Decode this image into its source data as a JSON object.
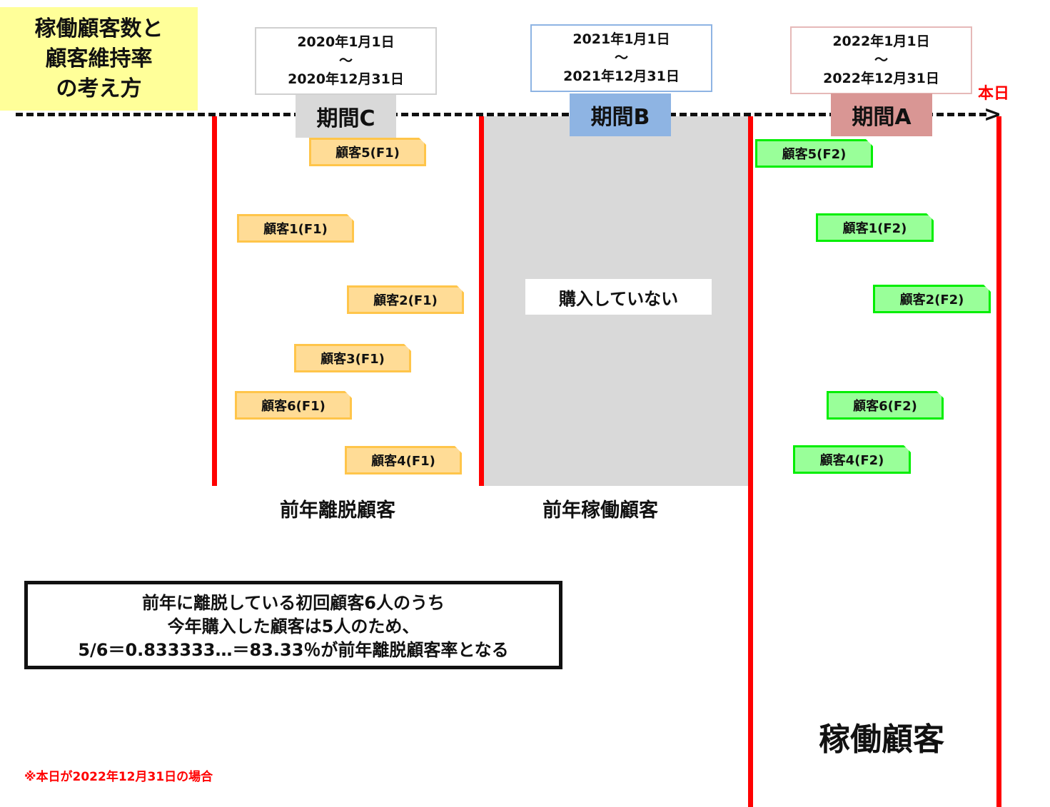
{
  "title": "稼働顧客数と\n顧客維持率\nの考え方",
  "today_label": "本日",
  "periods": [
    {
      "name": "期間C",
      "date_range": "2020年1月1日\n～\n2020年12月31日",
      "color": "#d9d9d9",
      "border": "#d0d0d0"
    },
    {
      "name": "期間B",
      "date_range": "2021年1月1日\n～\n2021年12月31日",
      "color": "#8eb4e3",
      "border": "#8eb4e3"
    },
    {
      "name": "期間A",
      "date_range": "2022年1月1日\n～\n2022年12月31日",
      "color": "#d99694",
      "border": "#e6b9b8"
    }
  ],
  "period_c_customers": [
    "顧客5(F1)",
    "顧客1(F1)",
    "顧客2(F1)",
    "顧客3(F1)",
    "顧客6(F1)",
    "顧客4(F1)"
  ],
  "period_a_customers": [
    "顧客5(F2)",
    "顧客1(F2)",
    "顧客2(F2)",
    "顧客6(F2)",
    "顧客4(F2)"
  ],
  "no_purchase_label": "購入していない",
  "segment_labels": {
    "prev_churned": "前年離脱顧客",
    "prev_active": "前年稼働顧客",
    "active": "稼働顧客"
  },
  "note": {
    "line1": "前年に離脱している初回顧客6人のうち",
    "line2": "今年購入した顧客は5人のため、",
    "line3": "5/6＝0.833333…＝83.33％が前年離脱顧客率となる"
  },
  "footnote": "※本日が2022年12月31日の場合",
  "colors": {
    "accent_red": "#ff0000",
    "f1_fill": "#ffdc96",
    "f2_fill": "#99ff99",
    "title_bg": "#ffff99"
  }
}
